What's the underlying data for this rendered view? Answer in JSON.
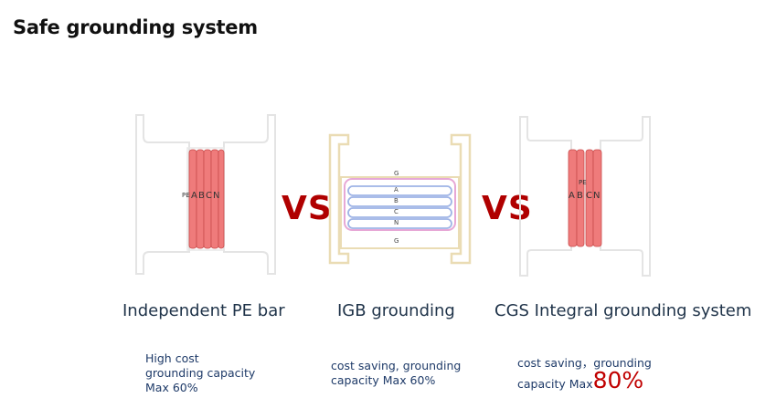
{
  "title": "Safe grounding system",
  "vs_label": "VS",
  "colors": {
    "conductor_red": "#ef7b7b",
    "igb_blue": "#9fb4e6",
    "igb_pink": "#e7a8d6",
    "igb_frame": "#eadcb4",
    "vs_red": "#b00000",
    "accent_red": "#c00000"
  },
  "systems": [
    {
      "caption": "Independent PE bar",
      "bar_labels": [
        "PE",
        "A",
        "B",
        "C",
        "N"
      ],
      "desc_lines": [
        "High cost",
        "grounding capacity",
        "Max 60%"
      ]
    },
    {
      "caption": "IGB grounding",
      "bar_labels": [
        "G",
        "A",
        "B",
        "C",
        "N",
        "G"
      ],
      "desc_lines": [
        "cost saving, grounding",
        "capacity Max 60%"
      ]
    },
    {
      "caption": "CGS Integral grounding system",
      "bar_labels": [
        "PE",
        "A",
        "B",
        "C",
        "N"
      ],
      "desc_line1": "cost saving，grounding",
      "desc_line2_prefix": "capacity Max",
      "desc_highlight": "80%"
    }
  ]
}
